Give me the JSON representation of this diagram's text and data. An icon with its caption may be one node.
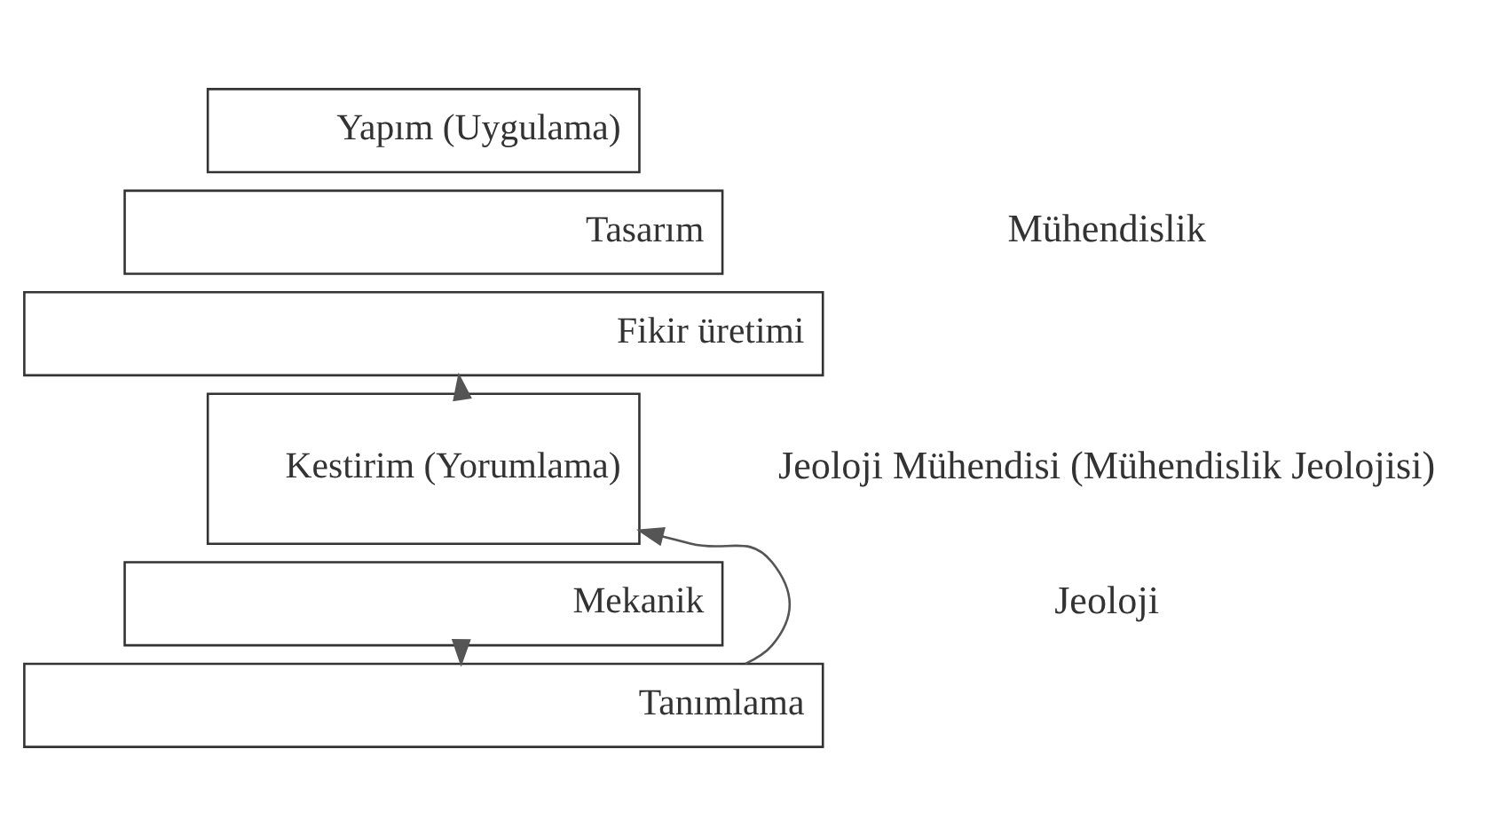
{
  "diagram": {
    "nodes": [
      {
        "text": [
          "Yapım (Uygulama)"
        ]
      },
      {
        "text": [
          "Tasarım"
        ]
      },
      {
        "text": [
          "Fikir üretimi"
        ]
      },
      {
        "text": [
          "Kestirim (Yorumlama)"
        ]
      },
      {
        "text": [
          "Mekanik"
        ]
      },
      {
        "text": [
          "Tanımlama"
        ]
      }
    ],
    "edges": [
      {
        "from": 3,
        "to": 2,
        "arrow": "to",
        "style": "dashed"
      },
      {
        "from": 5,
        "to": 3,
        "arrow": "to"
      },
      {
        "from": 4,
        "to": 5,
        "arrow": "to"
      }
    ],
    "labels": [
      "Mühendislik",
      "Jeoloji Mühendisi (Mühendislik Jeolojisi)",
      "Jeoloji"
    ]
  }
}
